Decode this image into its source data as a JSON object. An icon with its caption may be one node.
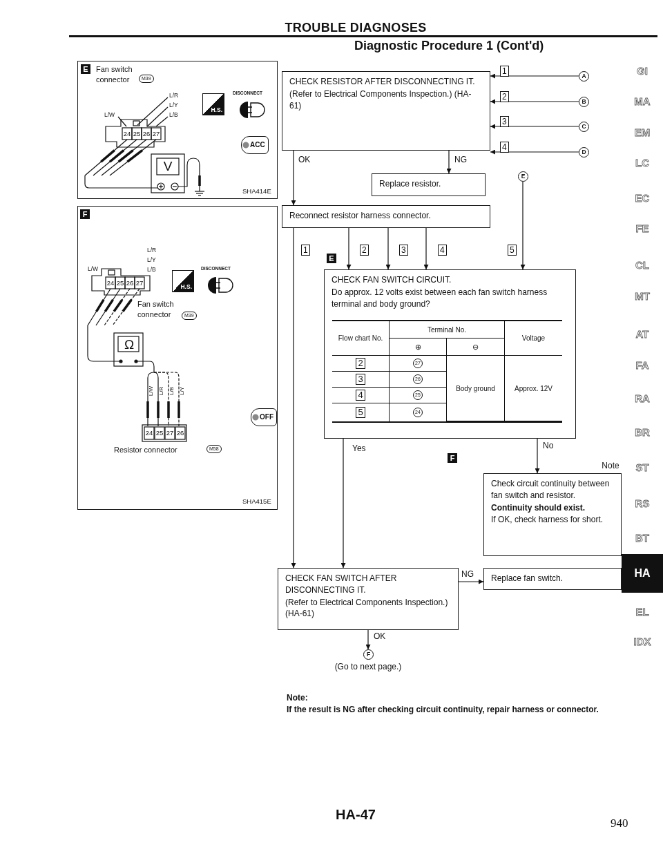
{
  "diagram": {
    "title": "TROUBLE DIAGNOSES",
    "nodes": [
      {
        "text": [
          "E",
          "Fan switch connector",
          "M39",
          "L/R",
          "L/Y",
          "L/B",
          "L/W",
          "24",
          "25",
          "26",
          "27",
          "V",
          "H.S.",
          "DISCONNECT",
          "ACC",
          "SHA414E"
        ]
      },
      {
        "text": [
          "F",
          "L/R",
          "L/Y",
          "L/B",
          "L/W",
          "24",
          "25",
          "26",
          "27",
          "H.S.",
          "DISCONNECT",
          "Fan switch connector",
          "M39",
          "Ω",
          "L/W",
          "L/R",
          "L/B",
          "L/Y",
          "24",
          "25",
          "27",
          "26",
          "OFF",
          "Resistor connector",
          "M58",
          "SHA415E"
        ]
      },
      {
        "text": [
          "CHECK RESISTOR AFTER DISCONNECTING IT.",
          "(Refer to Electrical Components Inspection.) (HA-61)"
        ]
      },
      {
        "text": [
          "Replace resistor."
        ]
      },
      {
        "text": [
          "Reconnect resistor harness connector."
        ]
      },
      {
        "text": [
          "A"
        ]
      },
      {
        "text": [
          "B"
        ]
      },
      {
        "text": [
          "C"
        ]
      },
      {
        "text": [
          "D"
        ]
      },
      {
        "text": [
          "E"
        ]
      },
      {
        "text": [
          "CHECK FAN SWITCH CIRCUIT.",
          "Do approx. 12 volts exist between each fan switch harness terminal and body ground?"
        ]
      },
      {
        "text": [
          "Check circuit continuity between fan switch and resistor.",
          "Continuity should exist.",
          "If OK, check harness for short."
        ],
        "beside": [
          "Note"
        ]
      },
      {
        "text": [
          "CHECK FAN SWITCH AFTER DISCONNECTING IT.",
          "(Refer to Electrical Components Inspection.) (HA-61)"
        ]
      },
      {
        "text": [
          "Replace fan switch."
        ]
      },
      {
        "text": [
          "F"
        ],
        "beside": [
          "(Go to next page.)"
        ]
      }
    ],
    "edges": [
      {
        "from": 5,
        "to": 2,
        "arrow": "to",
        "label": "1"
      },
      {
        "from": 6,
        "to": 2,
        "arrow": "to",
        "label": "2"
      },
      {
        "from": 7,
        "to": 2,
        "arrow": "to",
        "label": "3"
      },
      {
        "from": 8,
        "to": 2,
        "arrow": "to",
        "label": "4"
      },
      {
        "from": 2,
        "to": 3,
        "arrow": "to",
        "label": "NG"
      },
      {
        "from": 2,
        "to": 4,
        "arrow": "to",
        "label": "OK"
      },
      {
        "from": 4,
        "to": 12,
        "arrow": "to",
        "label": "1"
      },
      {
        "from": 4,
        "to": 10,
        "arrow": "to",
        "label": "2"
      },
      {
        "from": 4,
        "to": 10,
        "arrow": "to",
        "label": "3"
      },
      {
        "from": 4,
        "to": 10,
        "arrow": "to",
        "label": "4"
      },
      {
        "from": 9,
        "to": 10,
        "arrow": "to",
        "label": "5"
      },
      {
        "from": 10,
        "to": 12,
        "arrow": "to",
        "label": "Yes"
      },
      {
        "from": 10,
        "to": 11,
        "arrow": "to",
        "label": "No"
      },
      {
        "from": 12,
        "to": 13,
        "arrow": "to",
        "label": "NG"
      },
      {
        "from": 12,
        "to": 14,
        "arrow": "to",
        "label": "OK"
      }
    ],
    "labels": [
      "Diagnostic Procedure 1 (Cont'd)",
      "E",
      "F",
      "Flow chart No.",
      "Terminal No.",
      "Voltage",
      "⊕",
      "⊖",
      "2",
      "27",
      "Body ground",
      "Approx. 12V",
      "3",
      "26",
      "4",
      "25",
      "5",
      "24",
      "Note:",
      "If the result is NG after checking circuit continuity, repair harness or connector.",
      "GI",
      "MA",
      "EM",
      "LC",
      "EC",
      "FE",
      "CL",
      "MT",
      "AT",
      "FA",
      "RA",
      "BR",
      "ST",
      "RS",
      "BT",
      "HA",
      "EL",
      "IDX",
      "HA-47",
      "940"
    ]
  }
}
